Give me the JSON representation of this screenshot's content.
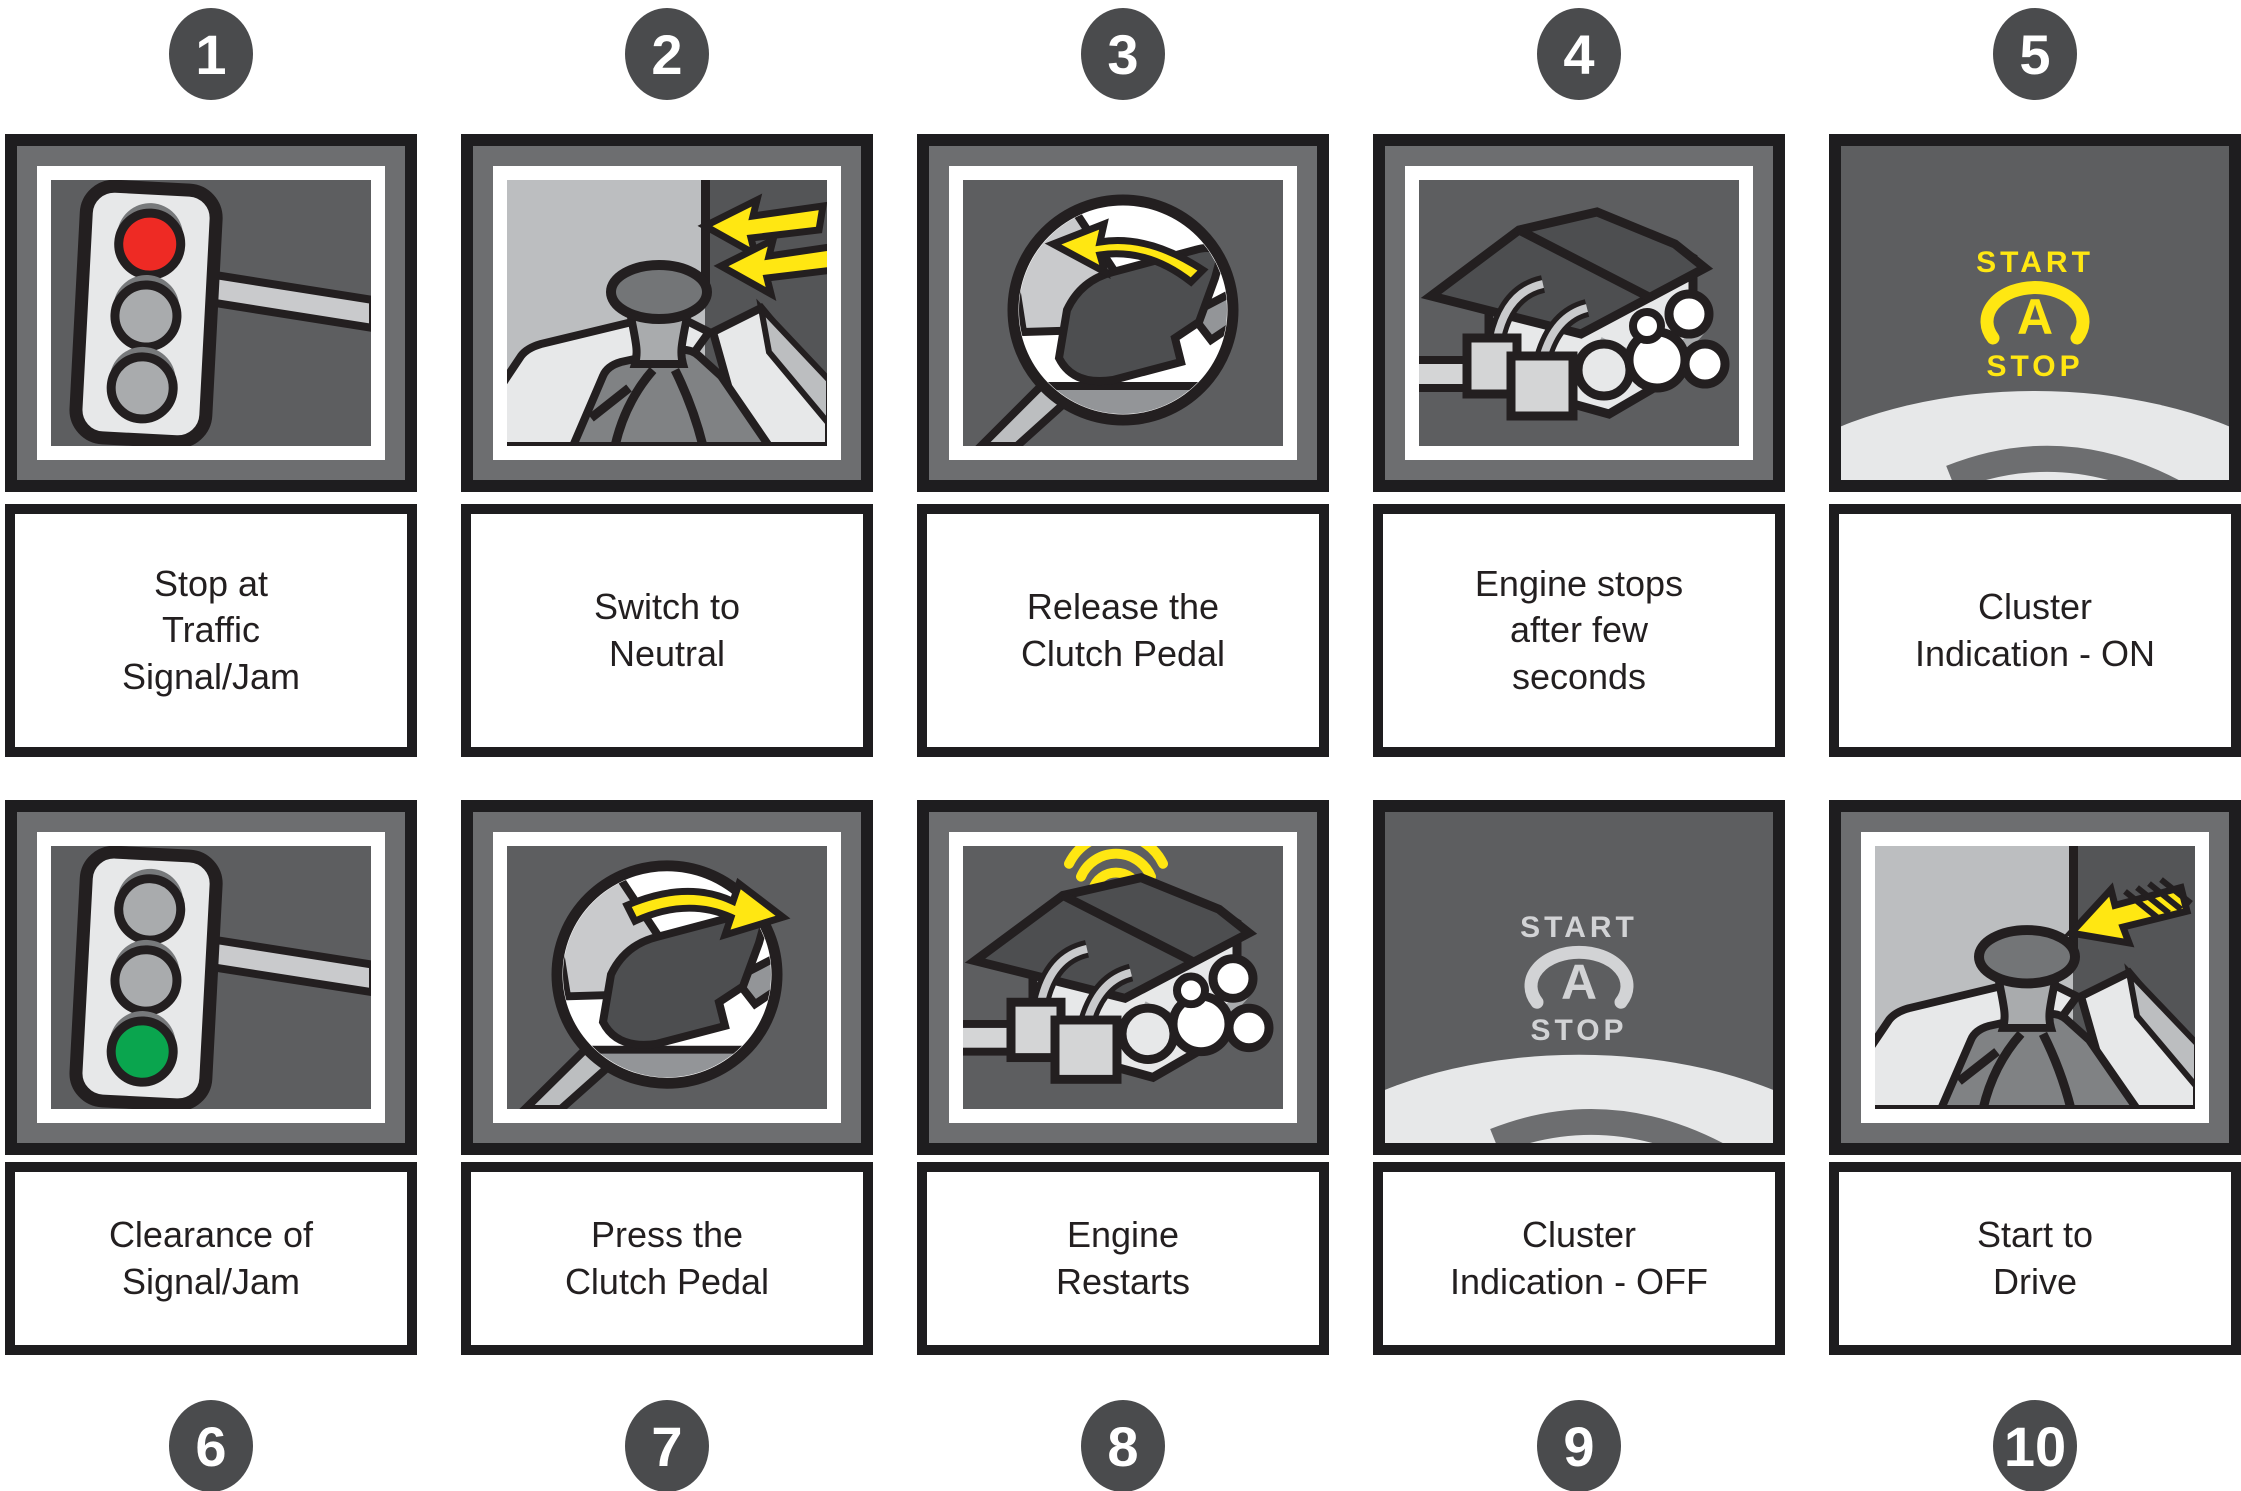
{
  "diagram": {
    "description": "Ten step auto start-stop driving sequence",
    "cluster": {
      "start_label": "START",
      "a_label": "A",
      "stop_label": "STOP"
    },
    "colors": {
      "accent_yellow": "#ffe712",
      "signal_red": "#ee2a24",
      "signal_green": "#0aa54e",
      "badge_gray": "#4a4b4d",
      "panel_dark_gray": "#5d5e60",
      "indicator_off_gray": "#d2d3d5",
      "outline_black": "#231f20"
    },
    "steps": [
      {
        "number": "1",
        "caption": "Stop at\nTraffic\nSignal/Jam",
        "icon": "traffic-light-red"
      },
      {
        "number": "2",
        "caption": "Switch to\nNeutral",
        "icon": "gear-shift-neutral"
      },
      {
        "number": "3",
        "caption": "Release the\nClutch Pedal",
        "icon": "clutch-pedal-release"
      },
      {
        "number": "4",
        "caption": "Engine stops\nafter few\nseconds",
        "icon": "engine-stops"
      },
      {
        "number": "5",
        "caption": "Cluster\nIndication - ON",
        "icon": "cluster-indication-on"
      },
      {
        "number": "6",
        "caption": "Clearance of\nSignal/Jam",
        "icon": "traffic-light-green"
      },
      {
        "number": "7",
        "caption": "Press the\nClutch Pedal",
        "icon": "clutch-pedal-press"
      },
      {
        "number": "8",
        "caption": "Engine\nRestarts",
        "icon": "engine-restarts"
      },
      {
        "number": "9",
        "caption": "Cluster\nIndication - OFF",
        "icon": "cluster-indication-off"
      },
      {
        "number": "10",
        "caption": "Start to\nDrive",
        "icon": "gear-shift-drive"
      }
    ]
  }
}
